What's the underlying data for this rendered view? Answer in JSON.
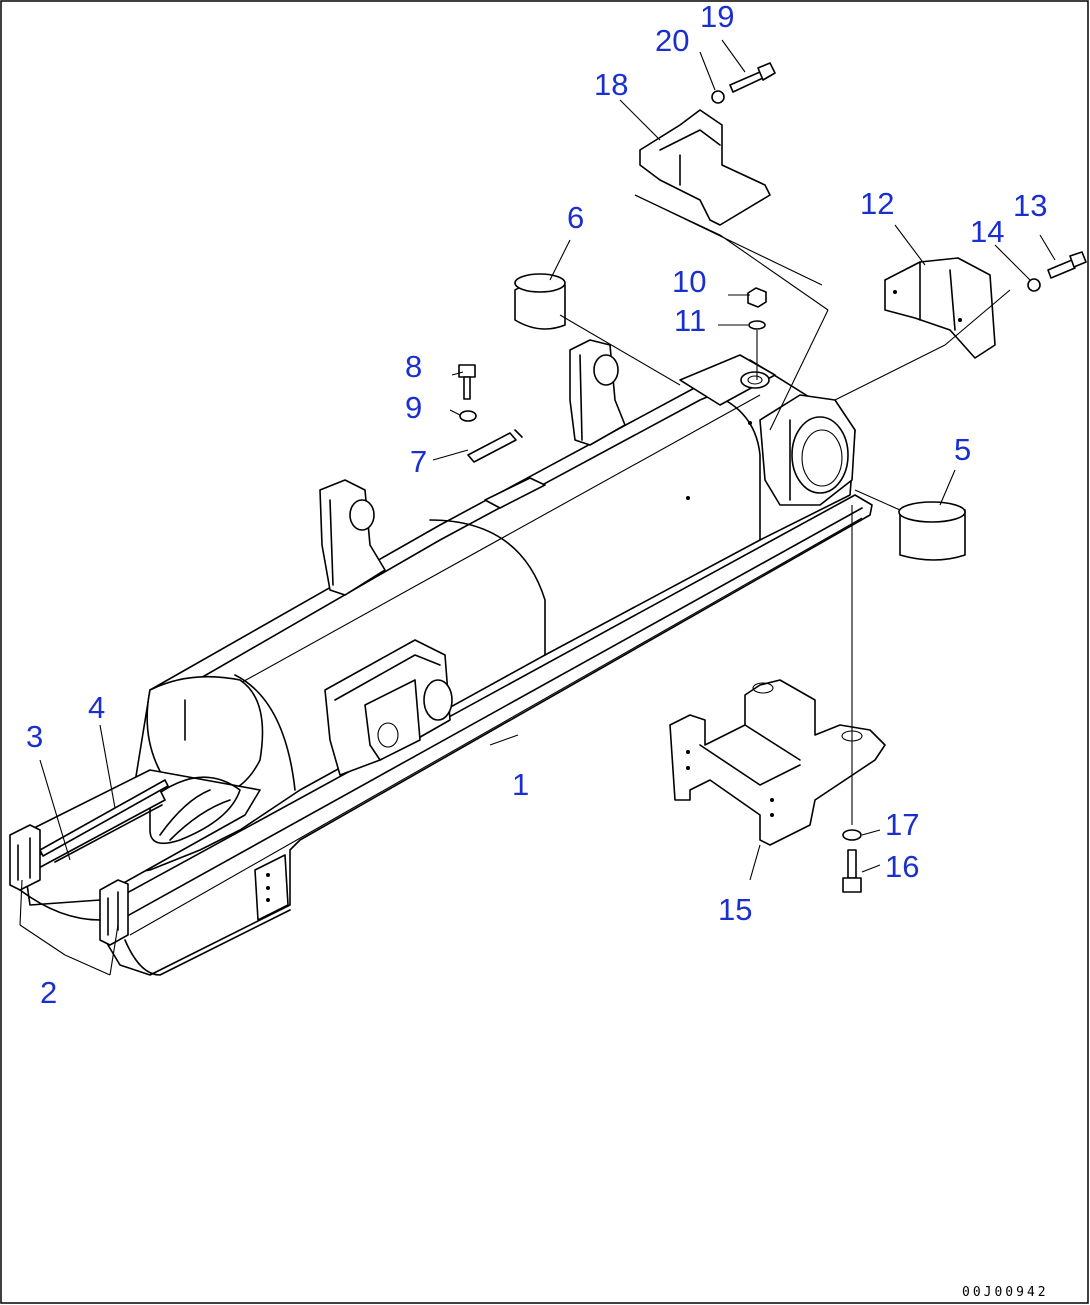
{
  "diagram": {
    "code": "00J00942",
    "callouts": [
      {
        "id": "c1",
        "text": "1"
      },
      {
        "id": "c2",
        "text": "2"
      },
      {
        "id": "c3",
        "text": "3"
      },
      {
        "id": "c4",
        "text": "4"
      },
      {
        "id": "c5",
        "text": "5"
      },
      {
        "id": "c6",
        "text": "6"
      },
      {
        "id": "c7",
        "text": "7"
      },
      {
        "id": "c8",
        "text": "8"
      },
      {
        "id": "c9",
        "text": "9"
      },
      {
        "id": "c10",
        "text": "10"
      },
      {
        "id": "c11",
        "text": "11"
      },
      {
        "id": "c12",
        "text": "12"
      },
      {
        "id": "c13",
        "text": "13"
      },
      {
        "id": "c14",
        "text": "14"
      },
      {
        "id": "c15",
        "text": "15"
      },
      {
        "id": "c16",
        "text": "16"
      },
      {
        "id": "c17",
        "text": "17"
      },
      {
        "id": "c18",
        "text": "18"
      },
      {
        "id": "c19",
        "text": "19"
      },
      {
        "id": "c20",
        "text": "20"
      }
    ],
    "colors": {
      "callout": "#1a2fd0",
      "line": "#000000",
      "border": "#000000"
    }
  }
}
